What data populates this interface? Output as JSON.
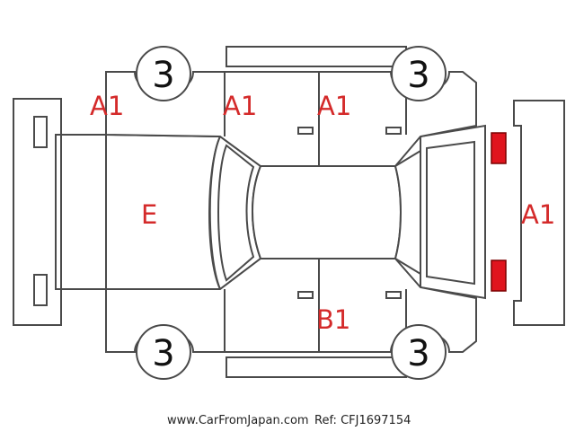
{
  "marks": {
    "front_left_fender": "A1",
    "front_left_door": "A1",
    "rear_left_door": "A1",
    "hood": "E",
    "trunk": "A1",
    "rear_right_door": "B1"
  },
  "wheels": {
    "front_left": "3",
    "rear_left": "3",
    "front_right": "3",
    "rear_right": "3"
  },
  "colors": {
    "outline": "#4a4a4a",
    "mark_text": "#d42a2a",
    "headlight": "#f2f200",
    "taillight": "#e0141e"
  },
  "footer": {
    "site": "www.CarFromJapan.com",
    "ref": "Ref: CFJ1697154"
  }
}
